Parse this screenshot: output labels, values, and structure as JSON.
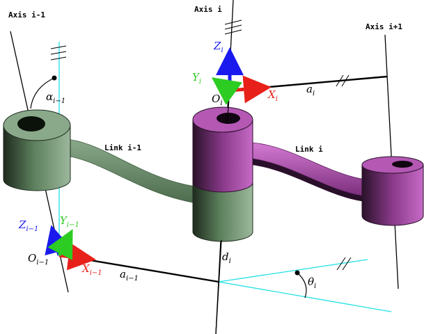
{
  "axes": {
    "prev": "Axis i-1",
    "cur": "Axis i",
    "next": "Axis i+1"
  },
  "links": {
    "prev": "Link i-1",
    "cur": "Link i"
  },
  "frame_i": {
    "origin": "O",
    "origin_sub": "i",
    "x": "X",
    "x_sub": "i",
    "y": "Y",
    "y_sub": "i",
    "z": "Z",
    "z_sub": "i"
  },
  "frame_prev": {
    "origin": "O",
    "origin_sub": "i−1",
    "x": "X",
    "x_sub": "i−1",
    "y": "Y",
    "y_sub": "i−1",
    "z": "Z",
    "z_sub": "i−1"
  },
  "params": {
    "a_i": "a",
    "a_i_sub": "i",
    "a_prev": "a",
    "a_prev_sub": "i−1",
    "d_i": "d",
    "d_i_sub": "i",
    "theta": "θ",
    "theta_sub": "i",
    "alpha": "α",
    "alpha_sub": "i−1"
  },
  "colors": {
    "green_link": "#6e8f6e",
    "purple_link": "#a24ea2",
    "cyan": "#22e0e6",
    "x_axis": "#e8201a",
    "y_axis": "#2ccc22",
    "z_axis": "#1a1aee"
  }
}
